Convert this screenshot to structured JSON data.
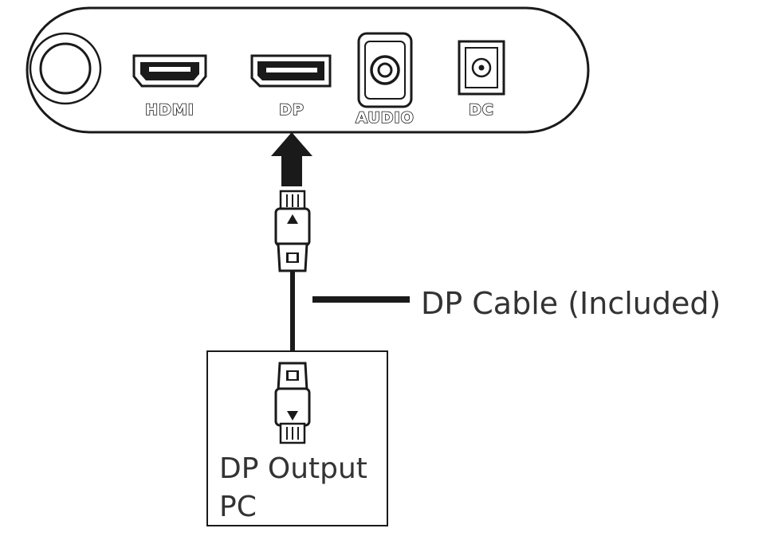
{
  "ports": {
    "hdmi": "HDMI",
    "dp": "DP",
    "audio": "AUDIO",
    "dc": "DC"
  },
  "cable_label": "DP Cable (Included)",
  "source": {
    "line1": "DP Output",
    "line2": "PC"
  },
  "icons": [
    "power-button-icon",
    "hdmi-port-icon",
    "displayport-port-icon",
    "audio-jack-icon",
    "dc-jack-icon",
    "insert-arrow-icon",
    "dp-connector-icon"
  ],
  "colors": {
    "line": "#1a1a1a",
    "text": "#333333",
    "background": "#ffffff"
  }
}
